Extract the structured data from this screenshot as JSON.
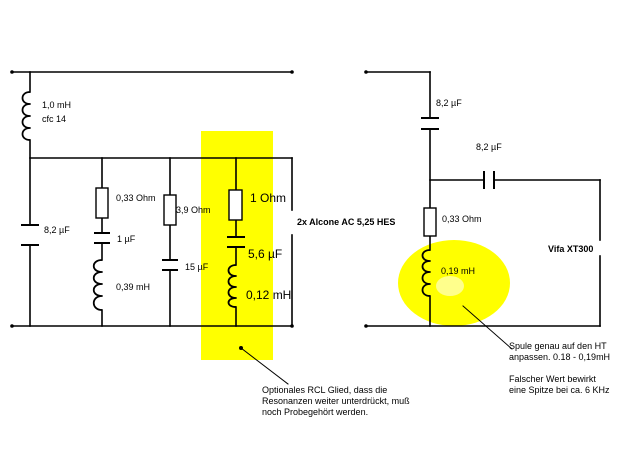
{
  "colors": {
    "wire": "#000000",
    "highlight": "#ffff00"
  },
  "left": {
    "l1": {
      "value": "1,0 mH",
      "type": "cfc 14"
    },
    "c1": "8,2 µF",
    "r1": "0,33 Ohm",
    "c2": "1 µF",
    "l2": "0,39 mH",
    "r2": "3,9 Ohm",
    "c3": "15 µF",
    "r3": "1 Ohm",
    "c4": "5,6 µF",
    "l3": "0,12 mH",
    "driver": "2x Alcone AC 5,25 HES",
    "note": [
      "Optionales RCL Glied, dass die",
      "Resonanzen weiter unterdrückt, muß",
      "noch Probegehört werden."
    ]
  },
  "right": {
    "c1": "8,2 µF",
    "c2": "8,2 µF",
    "r1": "0,33 Ohm",
    "l1": "0,19 mH",
    "driver": "Vifa XT300",
    "note1": [
      "Spule genau auf den HT",
      "anpassen. 0.18 - 0,19mH"
    ],
    "note2": [
      "Falscher Wert bewirkt",
      "eine Spitze bei ca. 6 KHz"
    ]
  }
}
